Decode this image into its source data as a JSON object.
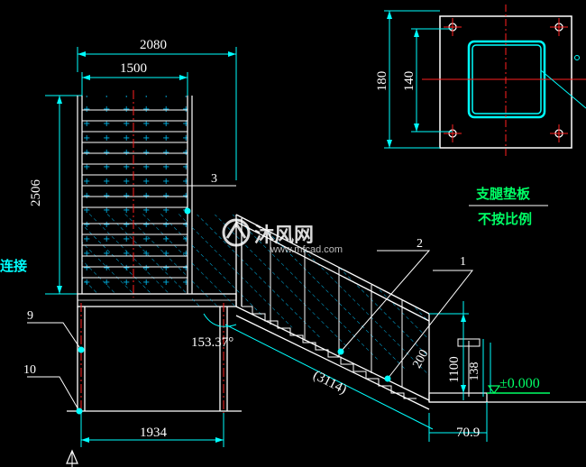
{
  "drawing": {
    "dimensions": {
      "top_width": "2080",
      "inner_width": "1500",
      "height_left": "2506",
      "plate_outer": "180",
      "plate_inner": "140",
      "angle": "153.37°",
      "stair_length": "(3114)",
      "rail_height": "1100",
      "small_dim": "138",
      "small_dim2": "200",
      "base_width": "1934",
      "offset": "70.9",
      "elevation": "±0.000"
    },
    "callouts": [
      "1",
      "2",
      "3",
      "9",
      "10"
    ],
    "notes": {
      "plate_label_1": "支腿垫板",
      "plate_label_2": "不按比例",
      "left_edge_text": "连接"
    },
    "watermark": {
      "brand": "沐风网",
      "url": "www.mfcad.com"
    },
    "colors": {
      "background": "#000000",
      "outline": "#ffffff",
      "dimension": "#00ffff",
      "hatch": "#00c8ff",
      "accent_red": "#ff2020",
      "label_green": "#00ff66",
      "watermark": "#ffffff"
    }
  }
}
